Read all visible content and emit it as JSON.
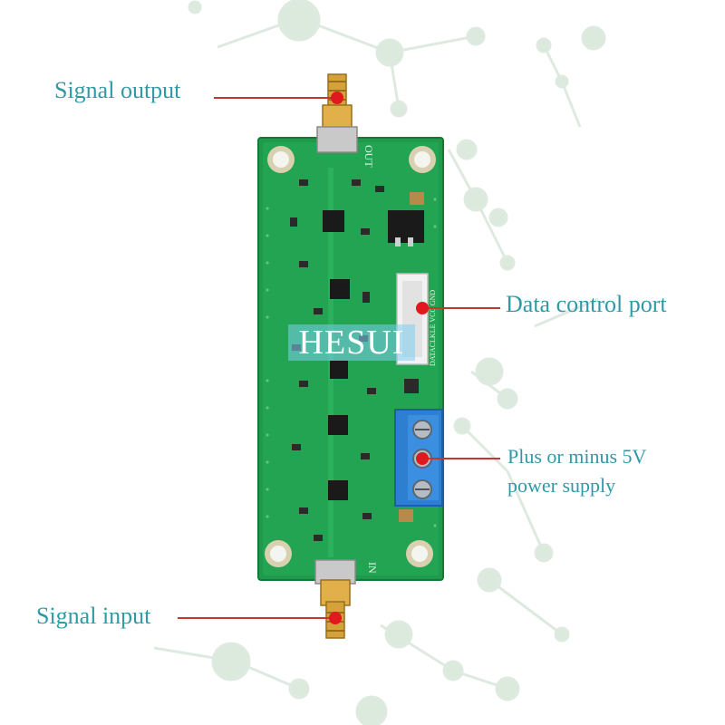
{
  "annotations": {
    "signal_output": "Signal output",
    "data_control_port": "Data control port",
    "power_line_1": "Plus or minus 5V",
    "power_line_2": "power supply",
    "signal_input": "Signal input"
  },
  "watermark": "HESUI",
  "board_markings": {
    "out": "OUT",
    "in": "IN",
    "connector_pins": "DATACLKLE VCC GND"
  },
  "colors": {
    "label_text": "#2f9aa6",
    "callout_line": "#c0392b",
    "callout_dot": "#e0191f",
    "pcb_green": "#1e9a4a",
    "sma_gold": "#d4a13a",
    "terminal_blue": "#2f7fd0"
  }
}
